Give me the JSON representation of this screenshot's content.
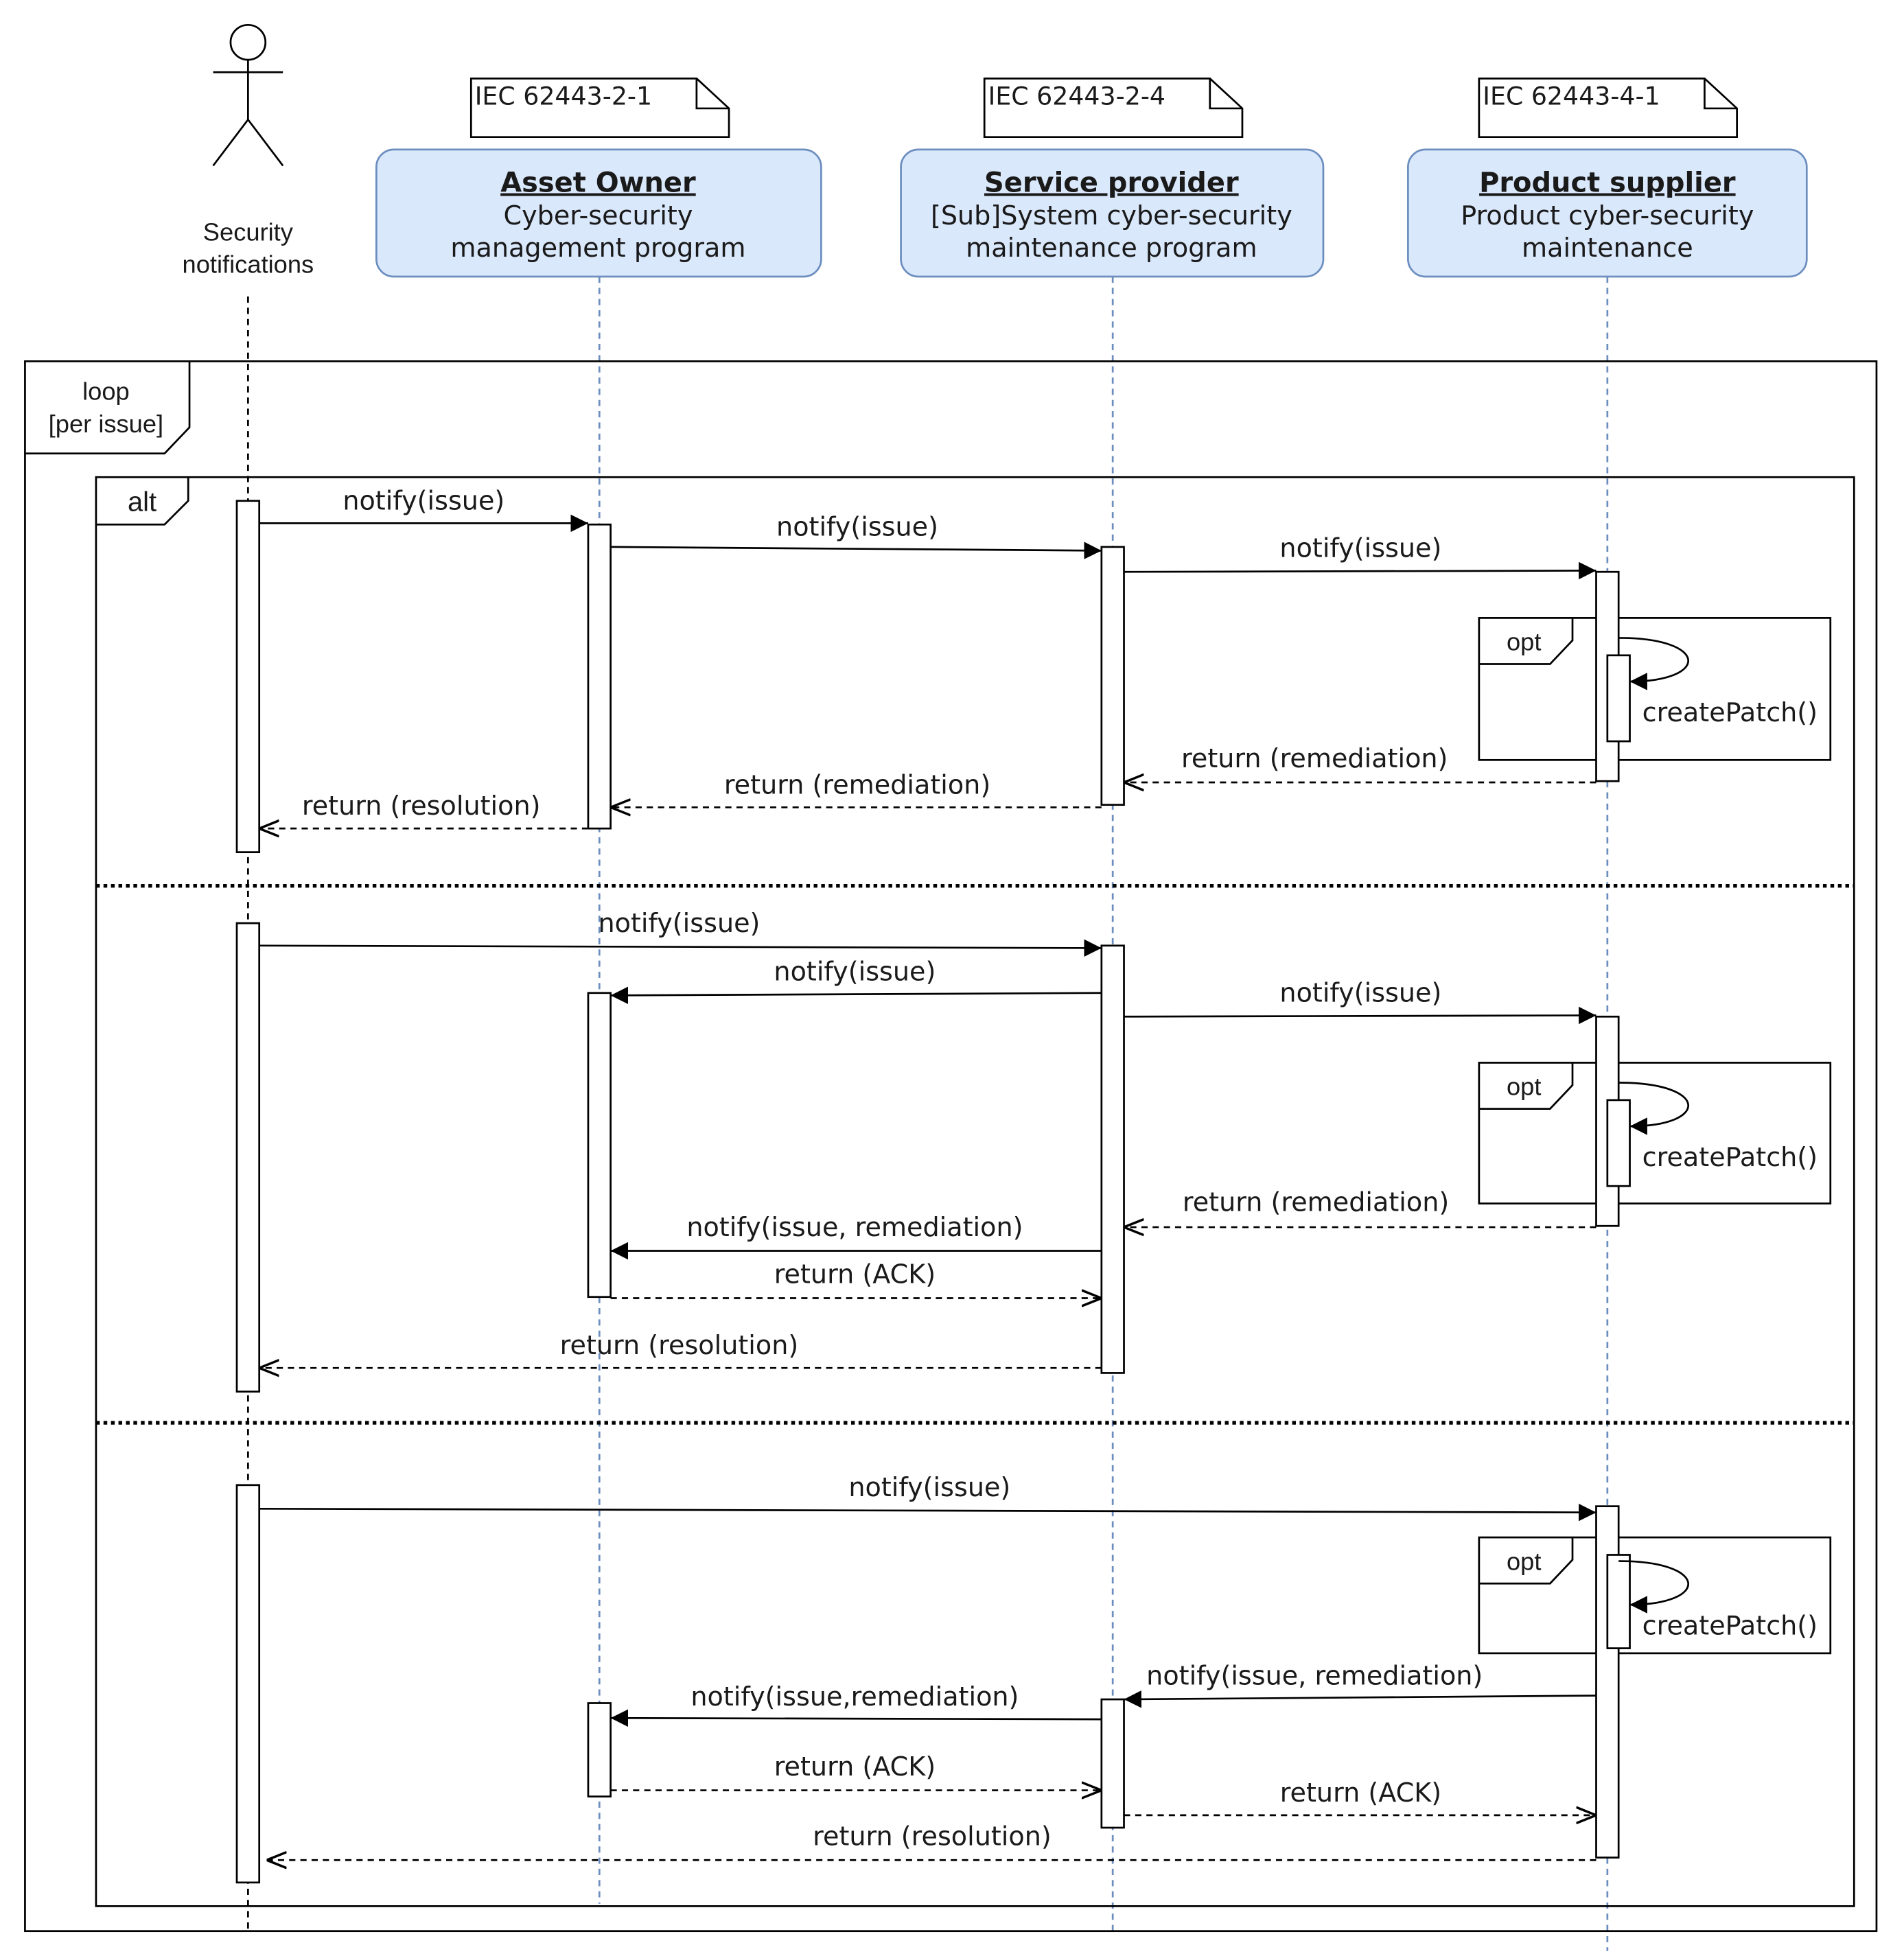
{
  "actor": {
    "label_line1": "Security",
    "label_line2": "notifications"
  },
  "standards": {
    "owner": "IEC 62443-2-1",
    "provider": "IEC 62443-2-4",
    "supplier": "IEC 62443-4-1"
  },
  "participants": {
    "owner": {
      "title": "Asset Owner",
      "line1": "Cyber-security",
      "line2": "management program"
    },
    "provider": {
      "title": "Service provider",
      "line1": "[Sub]System cyber-security",
      "line2": "maintenance program"
    },
    "supplier": {
      "title": "Product supplier",
      "line1": "Product cyber-security",
      "line2": "maintenance"
    }
  },
  "frames": {
    "loop_kind": "loop",
    "loop_guard": "[per issue]",
    "alt_kind": "alt",
    "opt_kind": "opt"
  },
  "messages": {
    "s1_n1": "notify(issue)",
    "s1_n2": "notify(issue)",
    "s1_n3": "notify(issue)",
    "s1_patch": "createPatch()",
    "s1_r1": "return (remediation)",
    "s1_r2": "return (remediation)",
    "s1_r3": "return (resolution)",
    "s2_n1": "notify(issue)",
    "s2_n2": "notify(issue)",
    "s2_n3": "notify(issue)",
    "s2_patch": "createPatch()",
    "s2_r1": "return (remediation)",
    "s2_n4": "notify(issue, remediation)",
    "s2_ack": "return (ACK)",
    "s2_res": "return (resolution)",
    "s3_n1": "notify(issue)",
    "s3_patch": "createPatch()",
    "s3_n2": "notify(issue, remediation)",
    "s3_n3": "notify(issue,remediation)",
    "s3_ack1": "return (ACK)",
    "s3_ack2": "return (ACK)",
    "s3_res": "return (resolution)"
  },
  "colors": {
    "participant_fill": "#dae8fc",
    "participant_stroke": "#6c8ebf",
    "lifeline_blue": "#6c8ebf",
    "ink": "#000000"
  }
}
